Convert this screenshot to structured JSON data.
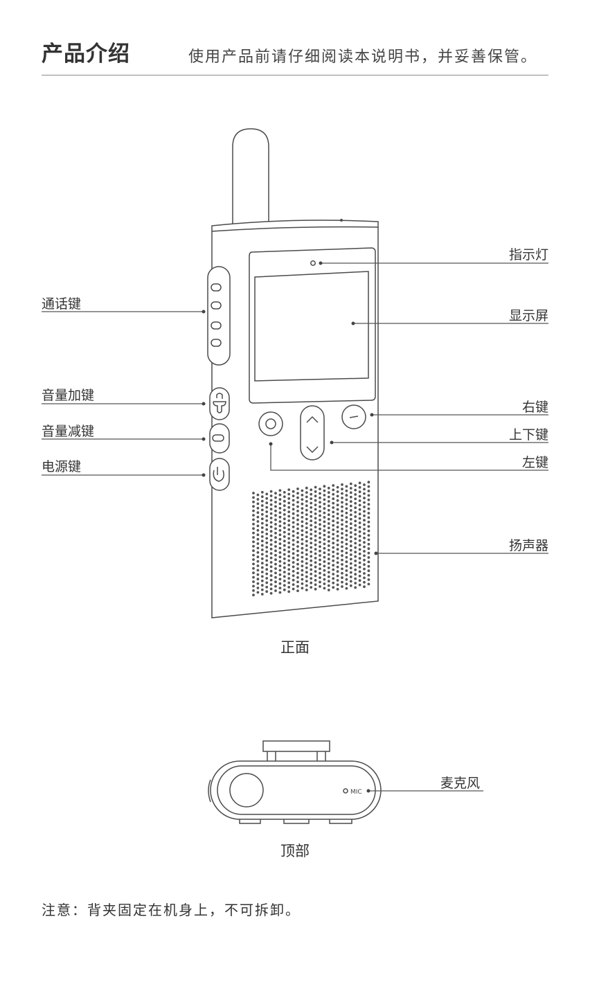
{
  "header": {
    "title": "产品介绍",
    "subtitle": "使用产品前请仔细阅读本说明书，并妥善保管。"
  },
  "front": {
    "caption": "正面",
    "labels": {
      "ptt": "通话键",
      "vol_up": "音量加键",
      "vol_down": "音量减键",
      "power": "电源键",
      "indicator": "指示灯",
      "display": "显示屏",
      "right_key": "右键",
      "updown_key": "上下键",
      "left_key": "左键",
      "speaker": "扬声器"
    }
  },
  "top": {
    "caption": "顶部",
    "mic_text": "MIC",
    "labels": {
      "microphone": "麦克风"
    }
  },
  "note": "注意：背夹固定在机身上，不可拆卸。"
}
